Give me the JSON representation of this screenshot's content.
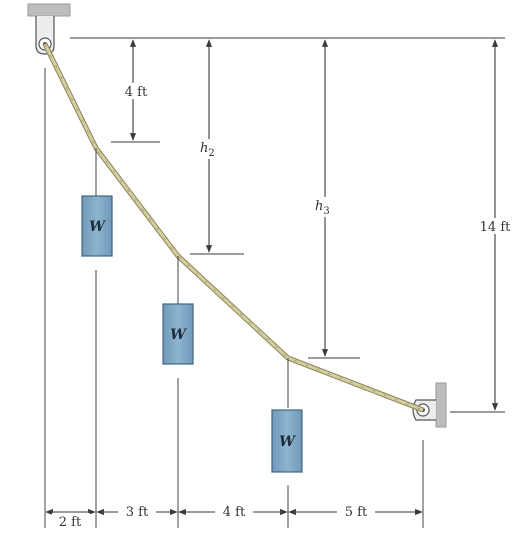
{
  "dimensions": {
    "h1": "4 ft",
    "h2_main": "h",
    "h2_sub": "2",
    "h3_main": "h",
    "h3_sub": "3",
    "h4": "14 ft",
    "x1": "2 ft",
    "x2": "3 ft",
    "x3": "4 ft",
    "x4": "5 ft"
  },
  "weights": {
    "w1": "W",
    "w2": "W",
    "w3": "W"
  },
  "colors": {
    "cable": "#d6cf9c",
    "cable_edge": "#8a8460",
    "weight_fill": "#7fa8c4",
    "weight_edge": "#3f6680",
    "support": "#b8b8b8"
  }
}
